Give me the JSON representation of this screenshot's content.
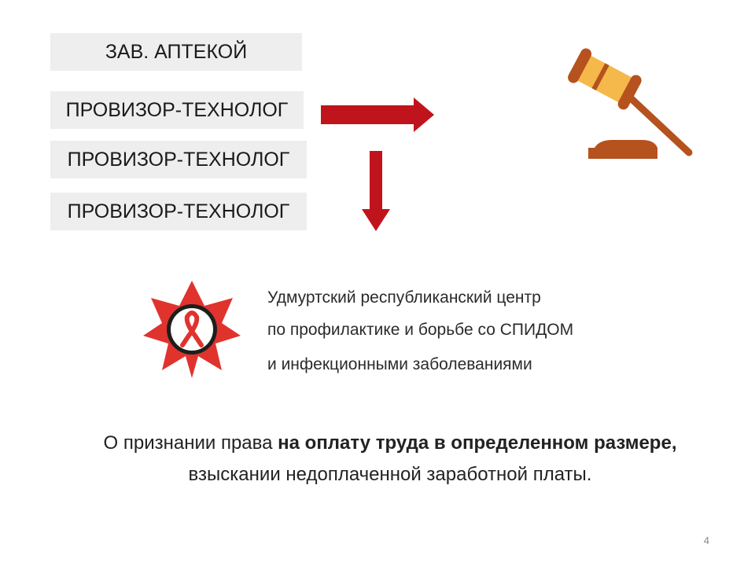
{
  "roles": [
    {
      "label": "ЗАВ. АПТЕКОЙ"
    },
    {
      "label": "ПРОВИЗОР-ТЕХНОЛОГ"
    },
    {
      "label": "ПРОВИЗОР-ТЕХНОЛОГ"
    },
    {
      "label": "ПРОВИЗОР-ТЕХНОЛОГ"
    }
  ],
  "icons": {
    "arrow_right": "arrow-right-icon",
    "arrow_down": "arrow-down-icon",
    "gavel": "gavel-icon",
    "emblem": "red-ribbon-emblem"
  },
  "organization": {
    "lines": [
      "Удмуртский республиканский центр",
      "по профилактике и борьбе со СПИДОМ",
      "и инфекционными заболеваниями"
    ]
  },
  "statement": {
    "part1": "О признании права ",
    "bold1": "на оплату труда в определенном размере,",
    "part2": " взыскании недоплаченной заработной платы."
  },
  "page_number": "4",
  "colors": {
    "arrow": "#c0141c",
    "box_bg": "#eeeeee",
    "gavel_brown": "#b5521e",
    "gavel_gold": "#f5b84a",
    "emblem_red": "#e0332e"
  }
}
